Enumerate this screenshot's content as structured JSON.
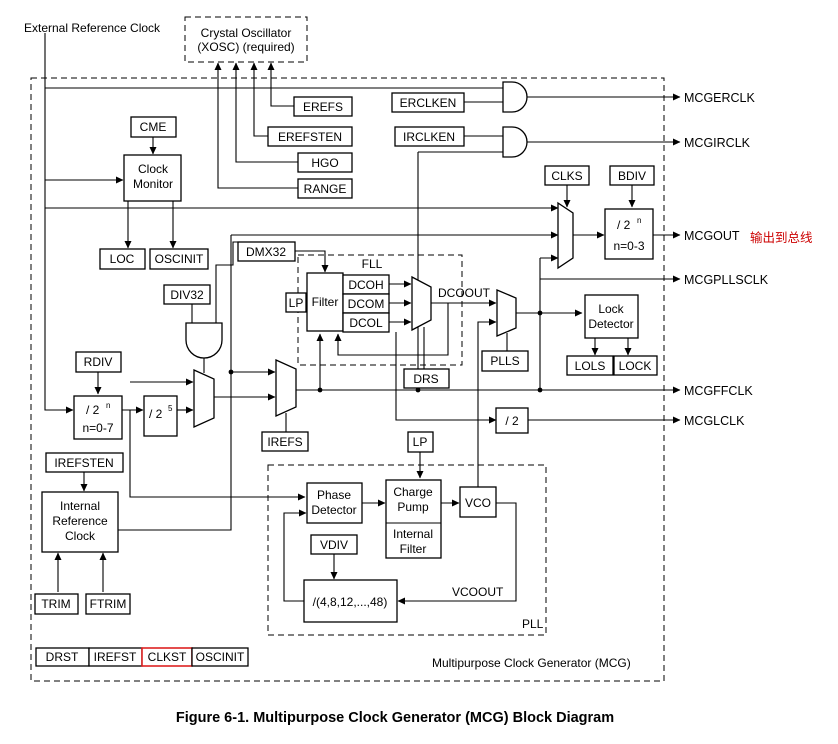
{
  "diagram": {
    "external_reference_clock": "External Reference Clock",
    "crystal_oscillator": [
      "Crystal Oscillator",
      "(XOSC) (required)"
    ],
    "registers": {
      "erefs": "EREFS",
      "erefsten": "EREFSTEN",
      "hgo": "HGO",
      "range": "RANGE",
      "erclken": "ERCLKEN",
      "irclken": "IRCLKEN",
      "cme": "CME",
      "clks": "CLKS",
      "bdiv": "BDIV",
      "dmx32": "DMX32",
      "div32": "DIV32",
      "rdiv": "RDIV",
      "lp_fll": "LP",
      "drs": "DRS",
      "plls": "PLLS",
      "irefs": "IREFS",
      "irefsten": "IREFSTEN",
      "lp_pll": "LP",
      "vdiv": "VDIV",
      "trim": "TRIM",
      "ftrim": "FTRIM"
    },
    "blocks": {
      "clock_monitor": [
        "Clock",
        "Monitor"
      ],
      "loc": "LOC",
      "oscinit": "OSCINIT",
      "fll_label": "FLL",
      "filter": "Filter",
      "dcoh": "DCOH",
      "dcom": "DCOM",
      "dcol": "DCOL",
      "dcoout": "DCOOUT",
      "lock_detector": [
        "Lock",
        "Detector"
      ],
      "lols": "LOLS",
      "lock": "LOCK",
      "rdiv_divider": [
        "/ 2",
        "n",
        "n=0-7"
      ],
      "div_2_5": [
        "/ 2",
        "5"
      ],
      "bdiv_divider": [
        "/ 2",
        "n",
        "n=0-3"
      ],
      "div_by_2": "/ 2",
      "internal_reference_clock": [
        "Internal",
        "Reference",
        "Clock"
      ],
      "phase_detector": [
        "Phase",
        "Detector"
      ],
      "charge_pump": [
        "Charge",
        "Pump"
      ],
      "internal_filter": [
        "Internal",
        "Filter"
      ],
      "vco": "VCO",
      "vco_divider": "/(4,8,12,...,48)",
      "vcoout": "VCOOUT",
      "pll_label": "PLL"
    },
    "outputs": {
      "mcgerclk": "MCGERCLK",
      "mcgirclk": "MCGIRCLK",
      "mcgout": "MCGOUT",
      "mcgout_annotation": "输出到总线",
      "mcgpllsclk": "MCGPLLSCLK",
      "mcgffclk": "MCGFFCLK",
      "mcglclk": "MCGLCLK"
    },
    "status_fields": [
      "DRST",
      "IREFST",
      "CLKST",
      "OSCINIT"
    ],
    "mcg_label": "Multipurpose Clock Generator (MCG)",
    "caption": "Figure 6-1. Multipurpose Clock Generator (MCG) Block Diagram",
    "colors": {
      "annotation": "#cc0000",
      "highlight_border": "#dd2222",
      "line": "#000000"
    }
  }
}
